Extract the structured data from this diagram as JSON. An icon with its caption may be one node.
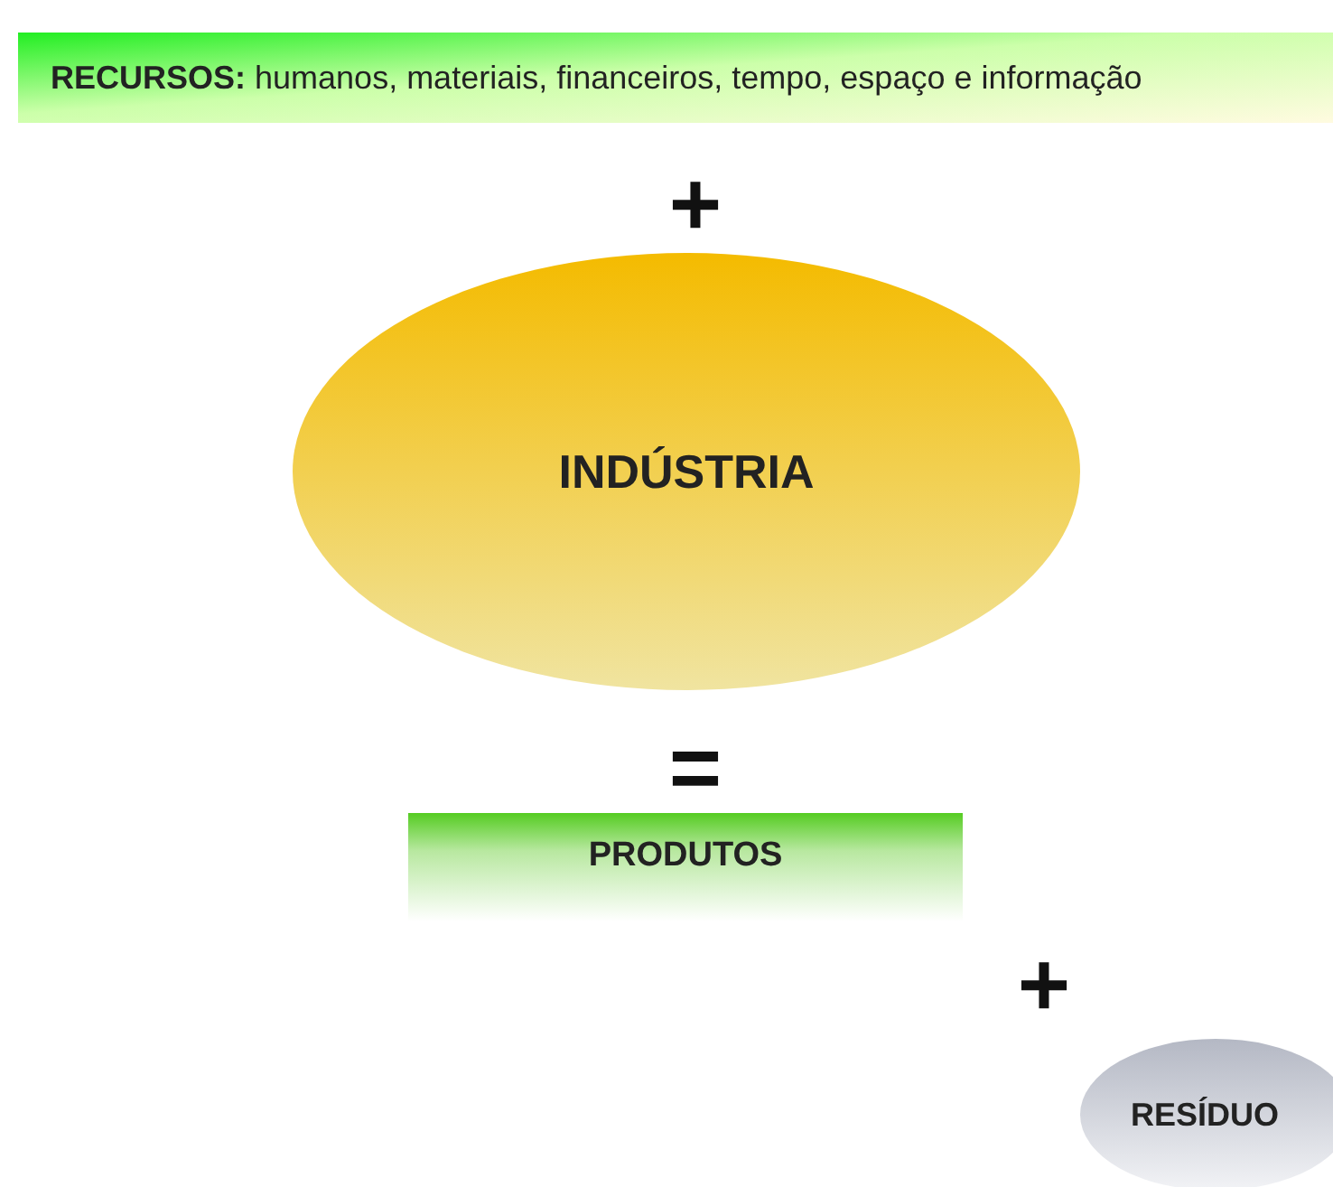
{
  "diagram": {
    "nodes": [
      {
        "text": [
          "**RECURSOS:** humanos, materiais, financeiros, tempo, espaço e informação"
        ]
      },
      {
        "text": [
          "INDÚSTRIA"
        ]
      },
      {
        "text": [
          "PRODUTOS"
        ]
      },
      {
        "text": [
          "RESÍDUO"
        ]
      }
    ],
    "edges": [],
    "labels": [
      "+",
      "=",
      "+"
    ]
  }
}
